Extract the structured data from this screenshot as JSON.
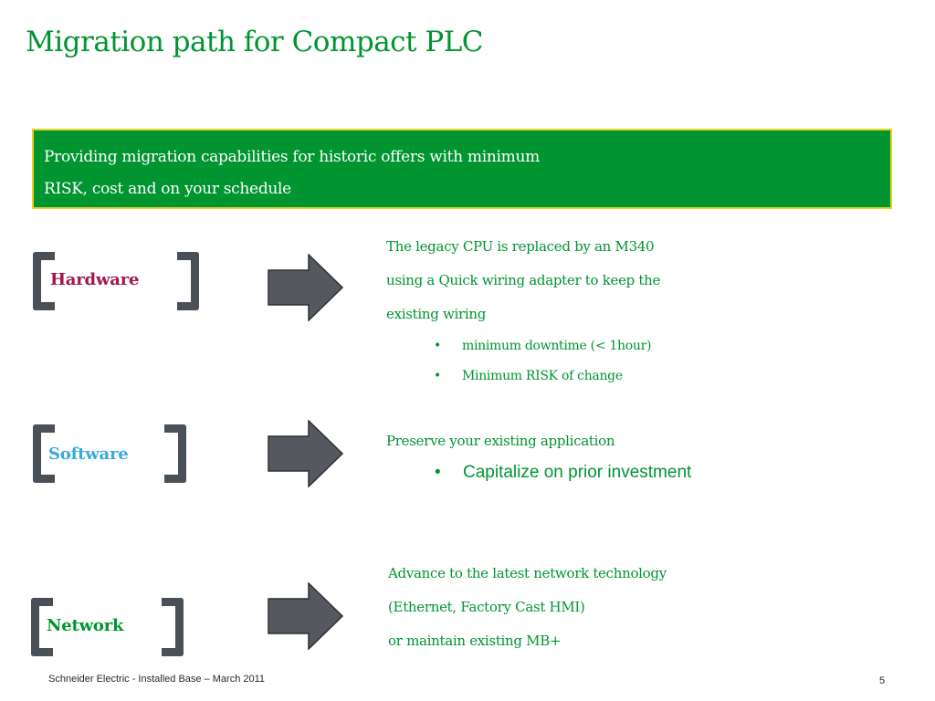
{
  "slide": {
    "title": "Migration path for Compact PLC",
    "banner": {
      "line1": "Providing migration capabilities for historic offers with minimum",
      "line2": "RISK, cost and on your schedule",
      "background_color": "#009530",
      "border_color": "#e6d21e"
    },
    "rows": [
      {
        "label": "Hardware",
        "label_color": "#a0184e",
        "lines": [
          "The legacy CPU is replaced by an M340",
          "using a Quick wiring adapter to keep the",
          "existing wiring"
        ],
        "bullets": [
          "minimum downtime (< 1hour)",
          "Minimum RISK of change"
        ]
      },
      {
        "label": "Software",
        "label_color": "#3aa9de",
        "lines": [
          "Preserve your existing application"
        ],
        "bullets": [
          "Capitalize on prior investment"
        ]
      },
      {
        "label": "Network",
        "label_color": "#009530",
        "lines": [
          "Advance to the latest network technology",
          "(Ethernet, Factory Cast HMI)",
          "or maintain existing MB+"
        ],
        "bullets": []
      }
    ],
    "bullet_glyph": "•",
    "icons": [
      "left-bracket-icon",
      "right-bracket-icon",
      "right-arrow-icon"
    ],
    "footer": "Schneider Electric - Installed Base – March  2011",
    "page_number": "5",
    "colors": {
      "accent_green": "#009530",
      "bracket_gray": "#4a5058",
      "arrow_gray": "#55585e"
    }
  }
}
